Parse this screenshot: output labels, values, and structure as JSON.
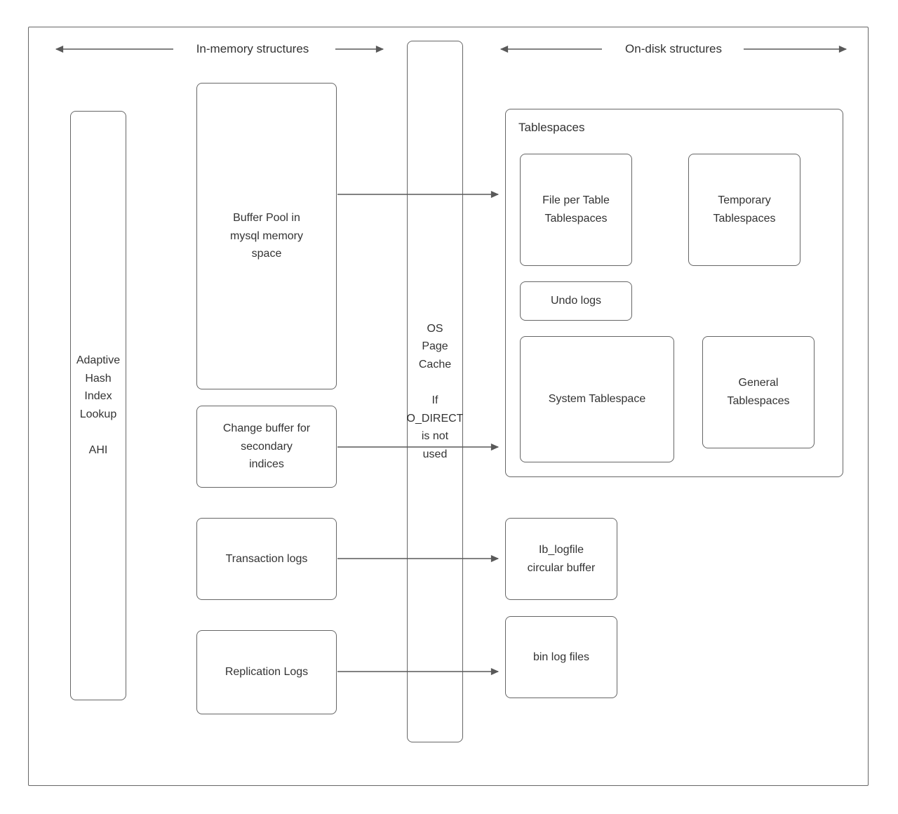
{
  "headers": {
    "in_memory": "In-memory structures",
    "on_disk": "On-disk structures"
  },
  "nodes": {
    "ahi": "Adaptive\nHash\nIndex\nLookup\n\nAHI",
    "buffer_pool": "Buffer Pool in\nmysql memory\nspace",
    "change_buffer": "Change buffer for\nsecondary\nindices",
    "transaction_logs": "Transaction logs",
    "replication_logs": "Replication Logs",
    "os_page_cache": "OS\nPage\nCache\n\nIf\nO_DIRECT\nis not\nused",
    "tablespaces_title": "Tablespaces",
    "file_per_table": "File per Table\nTablespaces",
    "temporary": "Temporary\nTablespaces",
    "undo_logs": "Undo logs",
    "system_tablespace": "System Tablespace",
    "general": "General\nTablespaces",
    "ib_logfile": "Ib_logfile\ncircular buffer",
    "bin_log": "bin log files"
  },
  "colors": {
    "border": "#666666",
    "text": "#333333",
    "arrow": "#595959",
    "background": "#ffffff"
  }
}
